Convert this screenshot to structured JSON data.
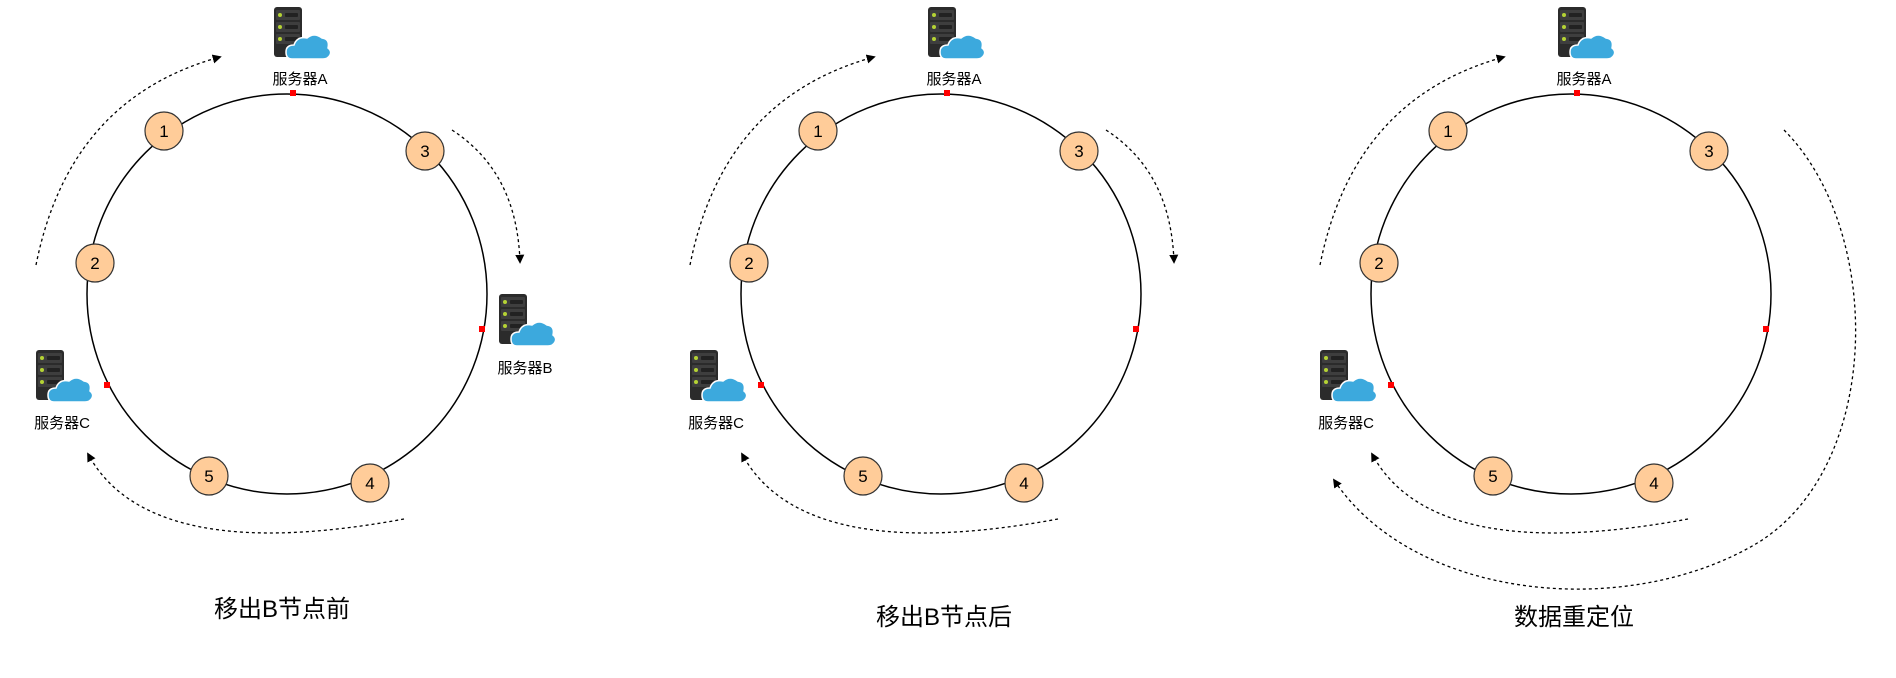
{
  "panels": [
    {
      "caption": "移出B节点前",
      "servers": [
        {
          "id": "a",
          "label": "服务器A"
        },
        {
          "id": "b",
          "label": "服务器B"
        },
        {
          "id": "c",
          "label": "服务器C"
        }
      ],
      "nodes": [
        "1",
        "2",
        "3",
        "4",
        "5"
      ]
    },
    {
      "caption": "移出B节点后",
      "servers": [
        {
          "id": "a",
          "label": "服务器A"
        },
        {
          "id": "c",
          "label": "服务器C"
        }
      ],
      "nodes": [
        "1",
        "2",
        "3",
        "4",
        "5"
      ]
    },
    {
      "caption": "数据重定位",
      "servers": [
        {
          "id": "a",
          "label": "服务器A"
        },
        {
          "id": "c",
          "label": "服务器C"
        }
      ],
      "nodes": [
        "1",
        "2",
        "3",
        "4",
        "5"
      ]
    }
  ],
  "colors": {
    "node_fill": "#FFCC99",
    "node_stroke": "#333333",
    "marker": "#FF0000",
    "ring": "#000000",
    "server_body": "#2B2B2B",
    "server_led": "#B5D334",
    "cloud": "#3CA9DD"
  },
  "icons": {
    "server": "server-cloud-icon"
  }
}
